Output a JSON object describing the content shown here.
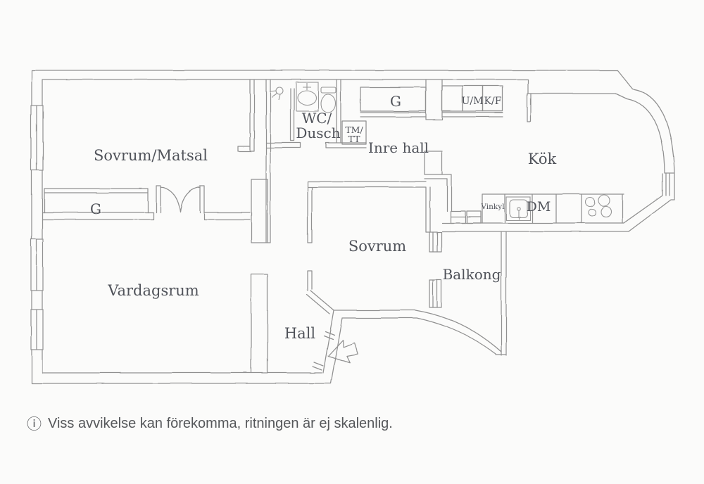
{
  "floorplan": {
    "rooms": {
      "sovrum_matsal": "Sovrum/Matsal",
      "vardagsrum": "Vardagsrum",
      "sovrum": "Sovrum",
      "hall": "Hall",
      "inre_hall": "Inre hall",
      "kok": "Kök",
      "balkong": "Balkong"
    },
    "wet_room": {
      "line1": "WC/",
      "line2": "Dusch"
    },
    "closets": {
      "garderob_main": "G",
      "garderob_hall": "G",
      "washer": "TM/",
      "dryer": "TT",
      "um": "U/M",
      "kf": "K/F"
    },
    "kitchen": {
      "wine_fridge": "Vinkyl",
      "dishwasher": "DM"
    },
    "colors": {
      "wall_stroke": "#909090",
      "label_text": "#50535a",
      "background": "#fbfbfa"
    }
  },
  "footer": {
    "info_glyph": "ⓘ",
    "disclaimer": "Viss avvikelse kan förekomma, ritningen är ej skalenlig."
  }
}
